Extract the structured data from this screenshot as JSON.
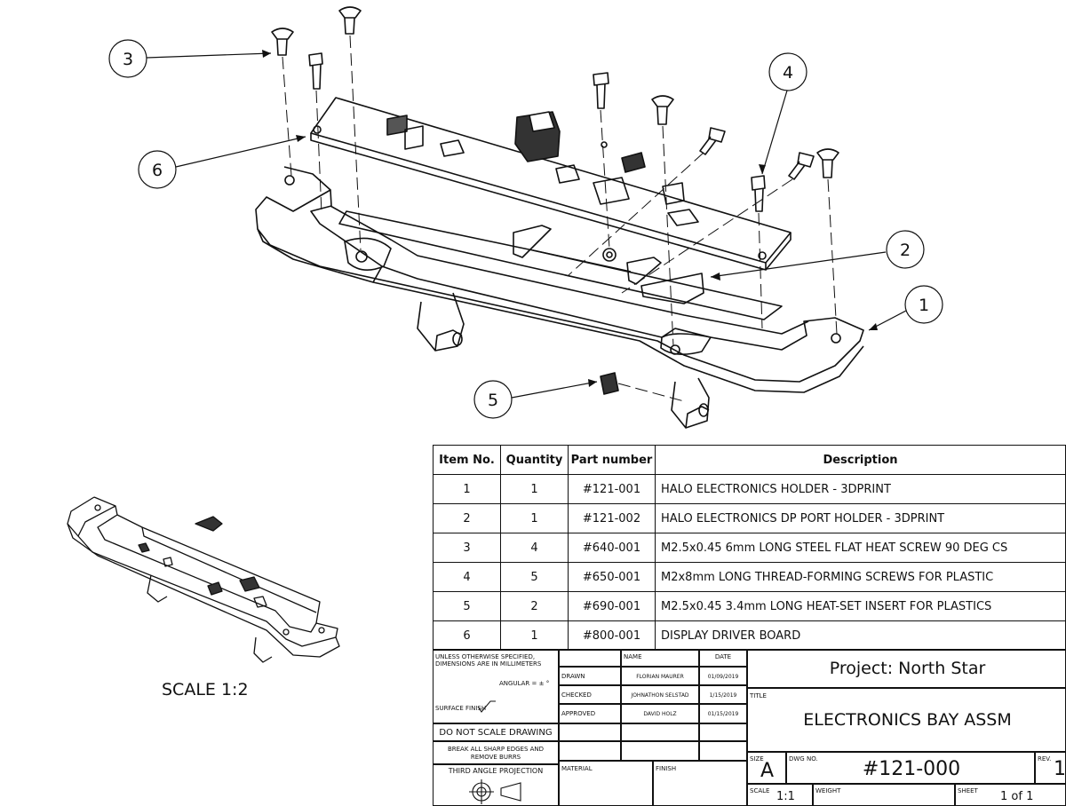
{
  "balloons": [
    "3",
    "6",
    "4",
    "2",
    "1",
    "5"
  ],
  "scale_view_label": "SCALE 1:2",
  "bom": {
    "headers": [
      "Item No.",
      "Quantity",
      "Part number",
      "Description"
    ],
    "rows": [
      {
        "item": "1",
        "qty": "1",
        "part": "#121-001",
        "desc": "HALO ELECTRONICS HOLDER - 3DPRINT"
      },
      {
        "item": "2",
        "qty": "1",
        "part": "#121-002",
        "desc": "HALO ELECTRONICS DP PORT HOLDER - 3DPRINT"
      },
      {
        "item": "3",
        "qty": "4",
        "part": "#640-001",
        "desc": "M2.5x0.45 6mm LONG STEEL FLAT HEAT SCREW 90 DEG CS"
      },
      {
        "item": "4",
        "qty": "5",
        "part": "#650-001",
        "desc": "M2x8mm LONG THREAD-FORMING SCREWS FOR PLASTIC"
      },
      {
        "item": "5",
        "qty": "2",
        "part": "#690-001",
        "desc": "M2.5x0.45  3.4mm LONG HEAT-SET INSERT FOR PLASTICS"
      },
      {
        "item": "6",
        "qty": "1",
        "part": "#800-001",
        "desc": "DISPLAY DRIVER BOARD"
      }
    ]
  },
  "title_block": {
    "unless_note": "UNLESS OTHERWISE SPECIFIED, DIMENSIONS ARE IN MILLIMETERS",
    "angular": "ANGULAR = ± °",
    "surface_finish": "SURFACE FINISH",
    "do_not_scale": "DO NOT SCALE DRAWING",
    "break_edges": "BREAK ALL SHARP EDGES AND REMOVE BURRS",
    "projection": "THIRD ANGLE PROJECTION",
    "col_name": "NAME",
    "col_date": "DATE",
    "drawn_label": "DRAWN",
    "drawn_name": "FLORIAN MAURER",
    "drawn_date": "01/09/2019",
    "checked_label": "CHECKED",
    "checked_name": "JOHNATHON SELSTAD",
    "checked_date": "1/15/2019",
    "approved_label": "APPROVED",
    "approved_name": "DAVID HOLZ",
    "approved_date": "01/15/2019",
    "material_label": "MATERIAL",
    "finish_label": "FINISH",
    "project": "Project: North Star",
    "title_label": "TITLE",
    "title": "ELECTRONICS BAY ASSM",
    "size_label": "SIZE",
    "size": "A",
    "dwg_label": "DWG NO.",
    "dwg_no": "#121-000",
    "rev_label": "REV.",
    "rev": "1",
    "scale_label": "SCALE",
    "scale": "1:1",
    "weight_label": "WEIGHT",
    "sheet_label": "SHEET",
    "sheet": "1 of 1"
  }
}
